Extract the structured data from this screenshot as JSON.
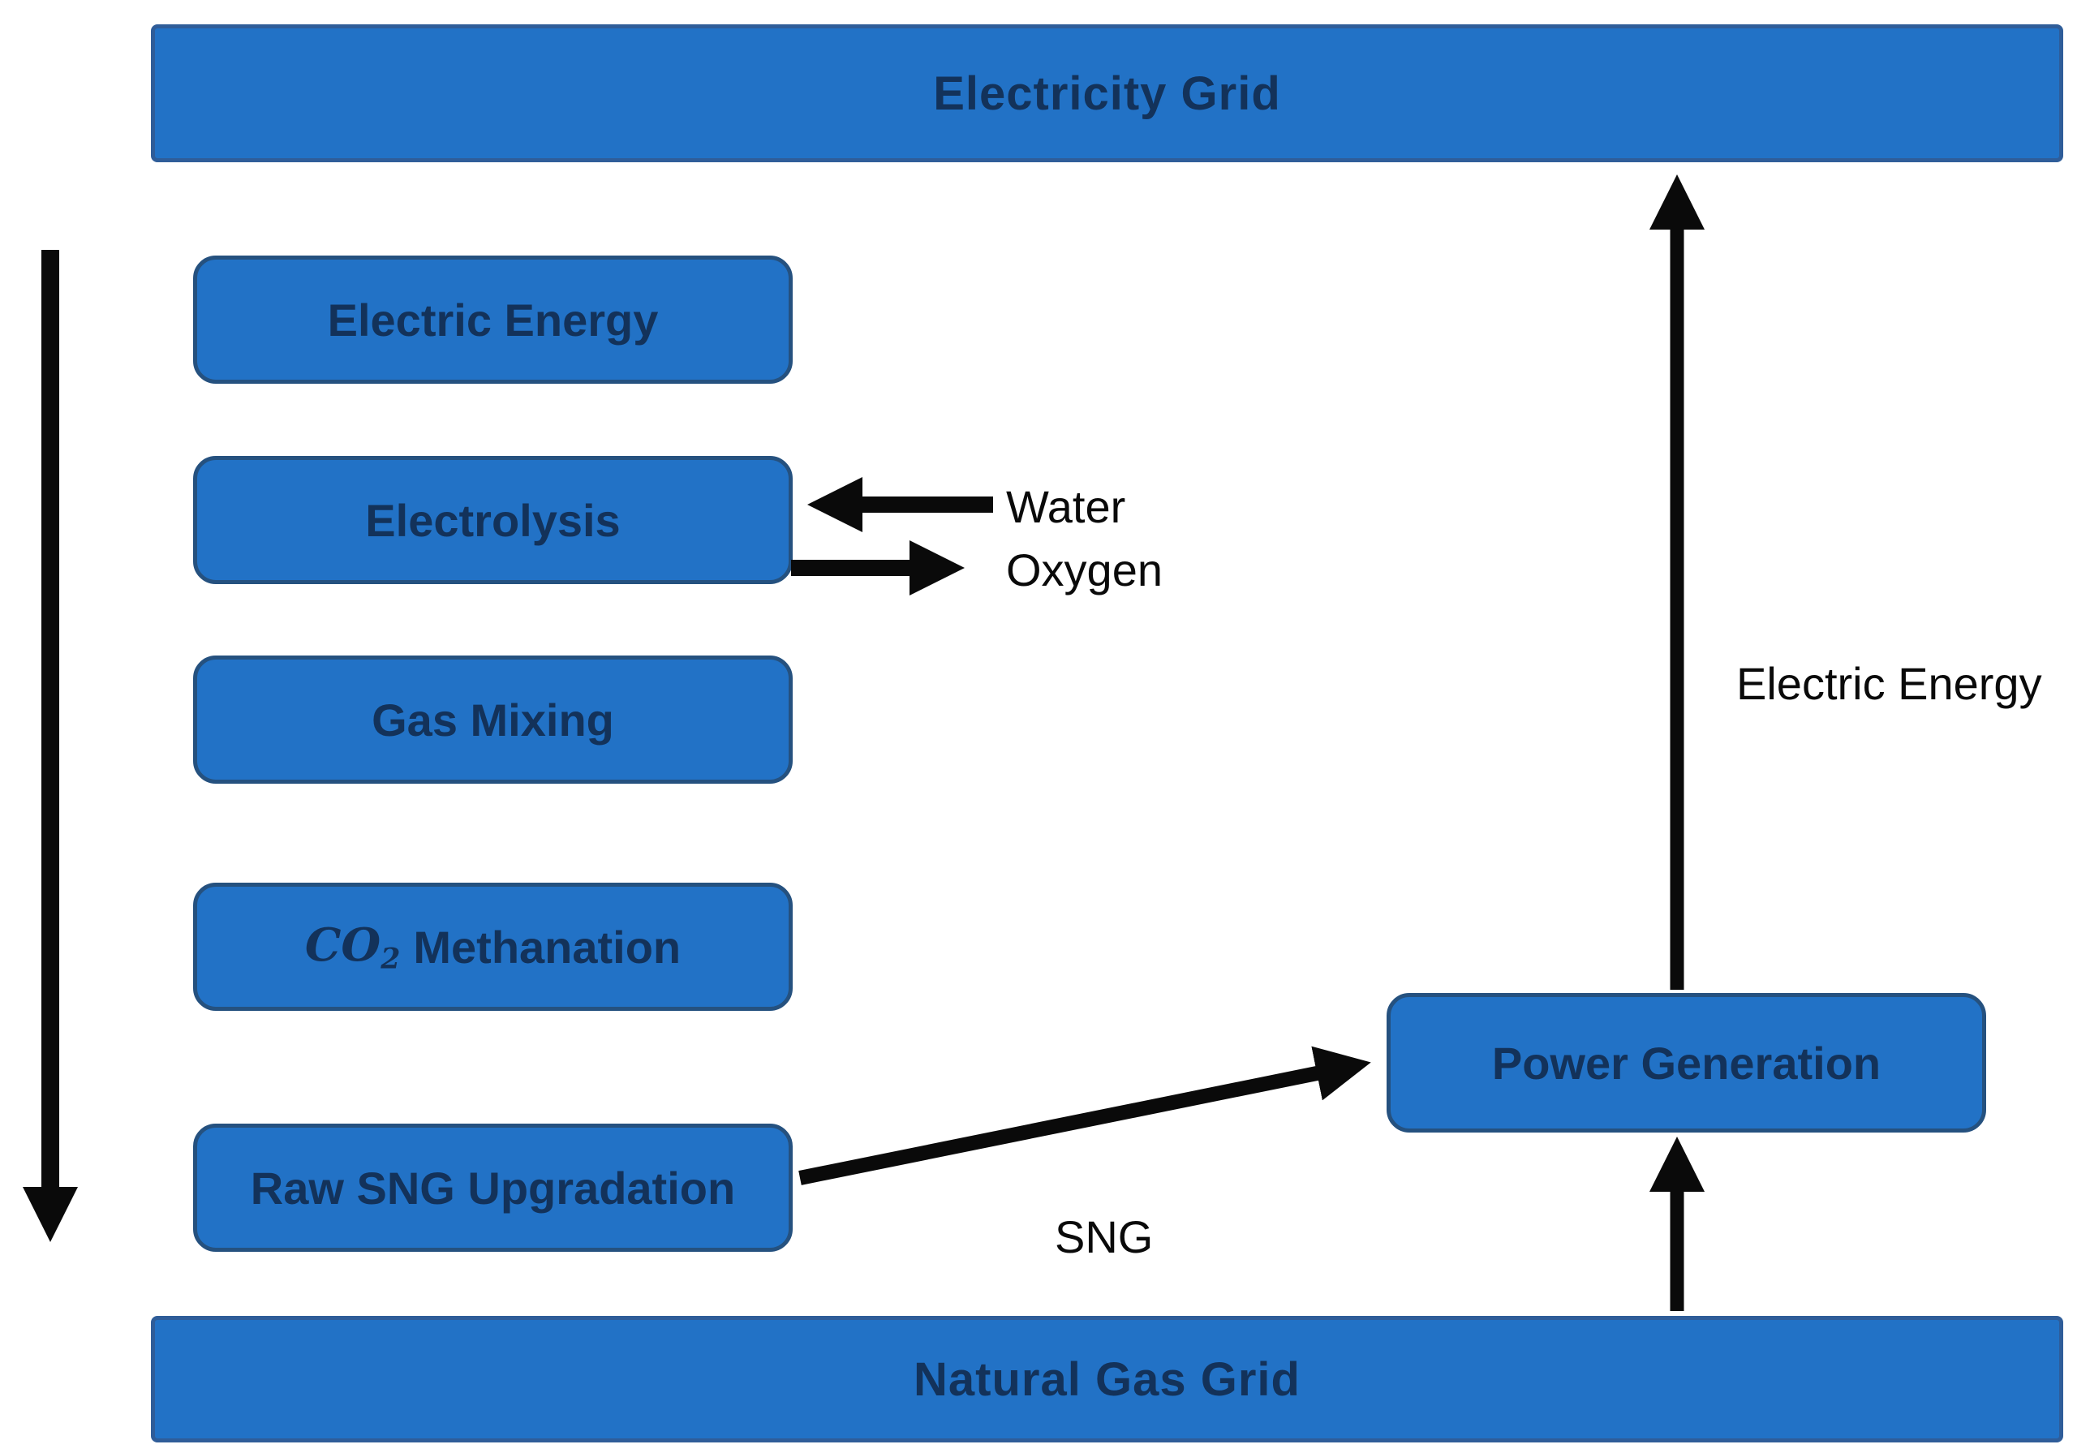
{
  "colors": {
    "shape-fill": "#2272c6",
    "shape-border": "#25517f",
    "bar-border": "#2f5d99",
    "shape-text": "#13325a",
    "arrow-black": "#0a0a0a",
    "page-bg": "#ffffff"
  },
  "grids": {
    "electricity": "Electricity Grid",
    "natural_gas": "Natural Gas Grid"
  },
  "steps": [
    {
      "label": "Electric Energy"
    },
    {
      "label": "Electrolysis"
    },
    {
      "label": "Gas Mixing"
    },
    {
      "formula": "CO",
      "formula_sub": "2",
      "label": "Methanation"
    },
    {
      "label": "Raw SNG Upgradation"
    }
  ],
  "generation": {
    "label": "Power Generation"
  },
  "flows": {
    "water": "Water",
    "oxygen": "Oxygen",
    "sng": "SNG",
    "electric_energy": "Electric Energy"
  }
}
